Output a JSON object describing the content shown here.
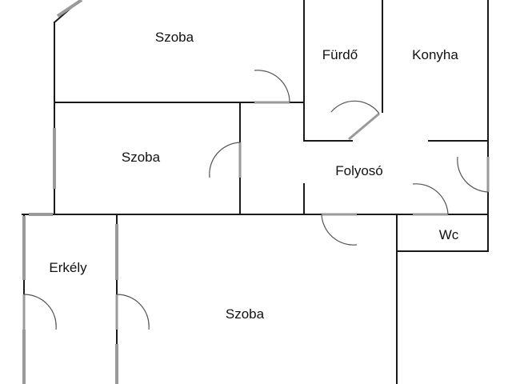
{
  "plan": {
    "rooms": {
      "szoba_top": "Szoba",
      "furdo": "Fürdő",
      "konyha": "Konyha",
      "szoba_mid": "Szoba",
      "folyoso": "Folyosó",
      "wc": "Wc",
      "erkely": "Erkély",
      "szoba_bottom": "Szoba"
    },
    "colors": {
      "wall": "#1a1a1a",
      "window": "#9a9a9a",
      "door_arc": "#555555",
      "background": "#ffffff"
    }
  }
}
